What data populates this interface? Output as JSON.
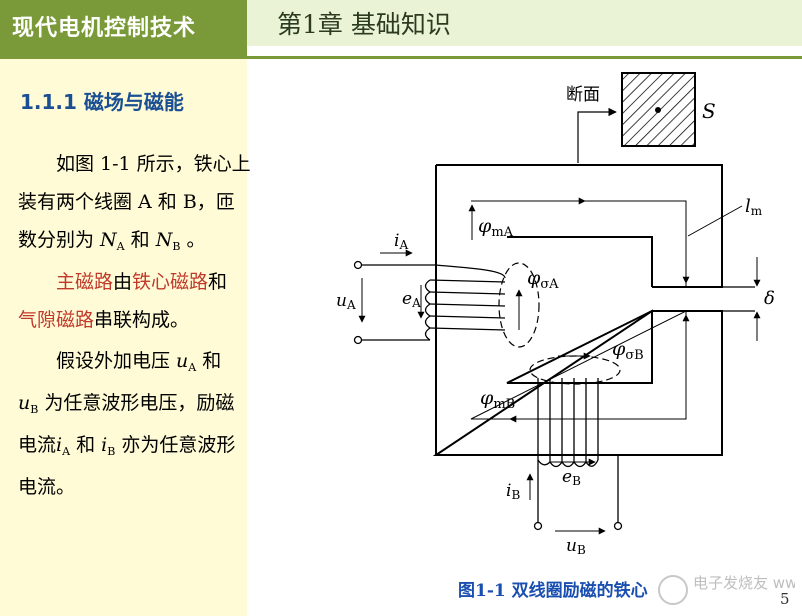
{
  "header": {
    "course_title": "现代电机控制技术",
    "chapter_title": "第1章  基础知识"
  },
  "section": {
    "title": "1.1.1  磁场与磁能"
  },
  "paragraphs": {
    "p1_line1": "如图 1-1 所示，铁心上",
    "p1_line2": "装有两个线圈 A 和 B，匝",
    "p1_line3_pre": "数分别为 ",
    "p1_line3_mid": " 和 ",
    "p1_line3_post": " 。",
    "p2_line1_a": "主磁路",
    "p2_line1_b": "由",
    "p2_line1_c": "铁心磁路",
    "p2_line1_d": "和",
    "p2_line2_a": "气隙磁路",
    "p2_line2_b": "串联构成。",
    "p3_line1_pre": "假设外加电压 ",
    "p3_line1_post": " 和",
    "p3_line2_post": " 为任意波形电压，励磁",
    "p3_line3_pre": "电流",
    "p3_line3_mid": " 和 ",
    "p3_line3_post": " 亦为任意波形",
    "p3_line4": "电流。"
  },
  "symbols": {
    "N": "N",
    "u": "u",
    "i": "i",
    "A": "A",
    "B": "B"
  },
  "figure": {
    "section_label": "断面",
    "area_label": "S",
    "length_label": "l",
    "length_sub": "m",
    "gap_label": "δ",
    "phi": "φ",
    "phi_mA_sub": "mA",
    "phi_mB_sub": "mB",
    "phi_sA_sub": "σA",
    "phi_sB_sub": "σB",
    "iA": "i",
    "iA_sub": "A",
    "uA": "u",
    "uA_sub": "A",
    "eA": "e",
    "eA_sub": "A",
    "iB": "i",
    "iB_sub": "B",
    "uB": "u",
    "uB_sub": "B",
    "eB": "e",
    "eB_sub": "B"
  },
  "caption": "图1-1 双线圈励磁的铁心",
  "page_number": "5",
  "watermark": "电子发烧友 www.elecfans.com",
  "colors": {
    "sidebar_bg": "#fffbd6",
    "header_green": "#7a9a3a",
    "section_blue": "#1a4f93",
    "highlight_red": "#c0392b",
    "caption_blue": "#1a4fb0"
  }
}
